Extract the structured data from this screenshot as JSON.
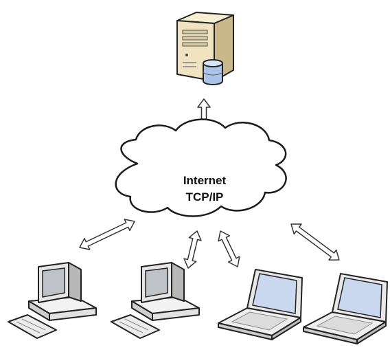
{
  "cloud": {
    "line1": "Internet",
    "line2": "TCP/IP"
  },
  "nodes": [
    {
      "id": "server",
      "icon": "server-with-database-icon"
    },
    {
      "id": "desktop-1",
      "icon": "desktop-computer-icon"
    },
    {
      "id": "desktop-2",
      "icon": "desktop-computer-icon"
    },
    {
      "id": "laptop-1",
      "icon": "laptop-icon"
    },
    {
      "id": "laptop-2",
      "icon": "laptop-icon"
    }
  ],
  "connections": [
    {
      "from": "server",
      "to": "cloud",
      "style": "double-arrow"
    },
    {
      "from": "desktop-1",
      "to": "cloud",
      "style": "double-arrow"
    },
    {
      "from": "desktop-2",
      "to": "cloud",
      "style": "double-arrow"
    },
    {
      "from": "laptop-1",
      "to": "cloud",
      "style": "double-arrow"
    },
    {
      "from": "laptop-2",
      "to": "cloud",
      "style": "double-arrow"
    }
  ],
  "colors": {
    "server_body": "#efe4bf",
    "server_side": "#c9b98a",
    "database": "#a9c4e6",
    "monitor_screen": "#bfc3c7",
    "laptop_screen": "#c9d8ee",
    "outline": "#222222",
    "arrow_fill": "#ffffff"
  }
}
